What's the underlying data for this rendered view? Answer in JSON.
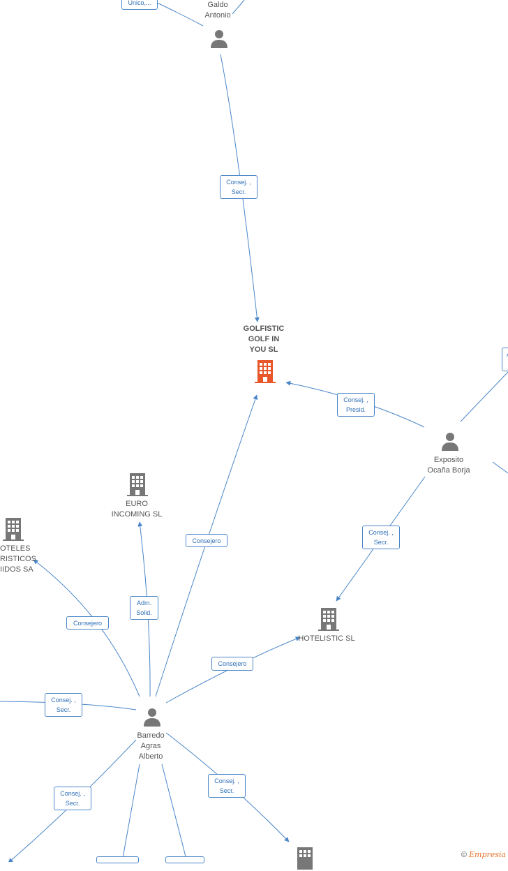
{
  "nodes": {
    "galdo": {
      "label": [
        "Galdo",
        "Antonio"
      ]
    },
    "golfistic": {
      "label": [
        "GOLFISTIC",
        "GOLF IN",
        "YOU  SL"
      ]
    },
    "exposito": {
      "label": [
        "Exposito",
        "Ocaña Borja"
      ]
    },
    "euro": {
      "label": [
        "EURO",
        "INCOMING  SL"
      ]
    },
    "hoteles": {
      "label": [
        "OTELES",
        "RISTICOS",
        "IIDOS SA"
      ]
    },
    "hotelistic": {
      "label": [
        "HOTELISTIC  SL"
      ]
    },
    "barredo": {
      "label": [
        "Barredo",
        "Agras",
        "Alberto"
      ]
    }
  },
  "edges": {
    "top_left": [
      "Unico,..."
    ],
    "galdo_golfistic": [
      "Consej. ,",
      "Secr."
    ],
    "exposito_golfistic": [
      "Consej. ,",
      "Presid."
    ],
    "exposito_hotelistic": [
      "Consej. ,",
      "Secr."
    ],
    "barredo_golfistic": [
      "Consejero"
    ],
    "barredo_euro": [
      "Adm.",
      "Solid."
    ],
    "barredo_hoteles": [
      "Consejero"
    ],
    "barredo_hotelistic": [
      "Consejero"
    ],
    "barredo_left": [
      "Consej. ,",
      "Secr."
    ],
    "barredo_bottomleft": [
      "Consej. ,",
      "Secr."
    ],
    "barredo_bottomright": [
      "Consej. ,",
      "Secr."
    ],
    "right_top": [
      "A",
      "I"
    ]
  },
  "footer": {
    "copyright": "©",
    "brand": "Empresia"
  },
  "colors": {
    "edge": "#4a86c8",
    "person": "#777777",
    "company": "#777777",
    "focus_company": "#e8562a"
  }
}
